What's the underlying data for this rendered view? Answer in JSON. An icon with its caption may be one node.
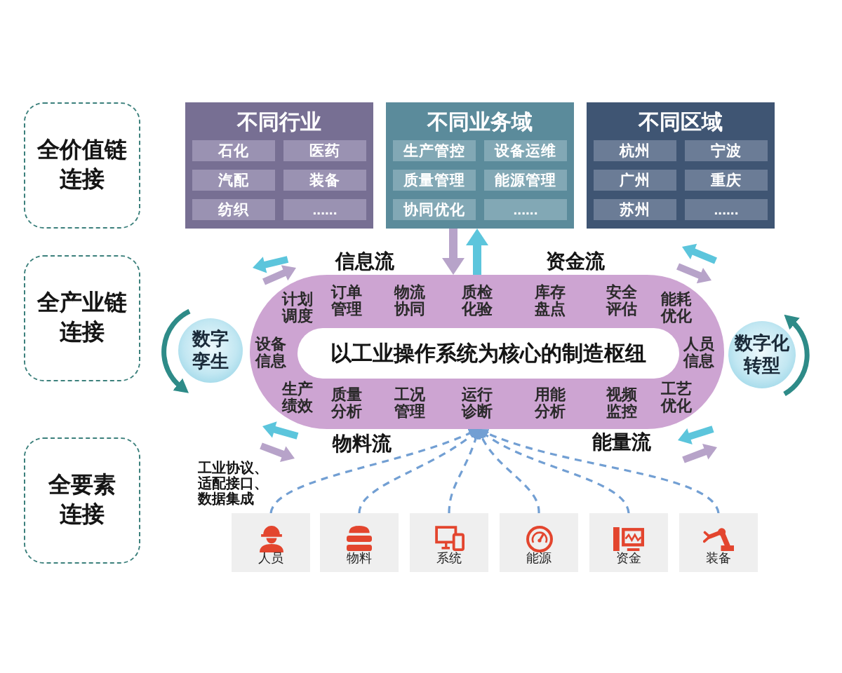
{
  "diagram": {
    "nodes": [
      {
        "text": [
          "全价值链连接"
        ]
      },
      {
        "text": [
          "不同行业"
        ]
      },
      {
        "text": [
          "石化"
        ],
        "in": 1
      },
      {
        "text": [
          "医药"
        ],
        "in": 1
      },
      {
        "text": [
          "汽配"
        ],
        "in": 1
      },
      {
        "text": [
          "装备"
        ],
        "in": 1
      },
      {
        "text": [
          "纺织"
        ],
        "in": 1
      },
      {
        "text": [
          "......"
        ],
        "in": 1
      },
      {
        "text": [
          "不同业务域"
        ]
      },
      {
        "text": [
          "生产管控"
        ],
        "in": 8
      },
      {
        "text": [
          "设备运维"
        ],
        "in": 8
      },
      {
        "text": [
          "质量管理"
        ],
        "in": 8
      },
      {
        "text": [
          "能源管理"
        ],
        "in": 8
      },
      {
        "text": [
          "协同优化"
        ],
        "in": 8
      },
      {
        "text": [
          "......"
        ],
        "in": 8
      },
      {
        "text": [
          "不同区域"
        ]
      },
      {
        "text": [
          "杭州"
        ],
        "in": 15
      },
      {
        "text": [
          "宁波"
        ],
        "in": 15
      },
      {
        "text": [
          "广州"
        ],
        "in": 15
      },
      {
        "text": [
          "重庆"
        ],
        "in": 15
      },
      {
        "text": [
          "苏州"
        ],
        "in": 15
      },
      {
        "text": [
          "......"
        ],
        "in": 15
      },
      {
        "text": [
          "全产业链连接"
        ]
      },
      {
        "text": [
          "数字孪生"
        ]
      },
      {
        "text": [
          "计划调度",
          "订单管理",
          "物流协同",
          "质检化验",
          "库存盘点",
          "安全评估",
          "能耗优化",
          "设备信息",
          "人员信息",
          "生产绩效",
          "质量分析",
          "工况管理",
          "运行诊断",
          "用能分析",
          "视频监控",
          "工艺优化"
        ]
      },
      {
        "text": [
          "以工业操作系统为核心的制造枢纽"
        ],
        "in": 24
      },
      {
        "text": [
          "数字化转型"
        ]
      },
      {
        "text": [
          "全要素连接"
        ]
      },
      {
        "text": [
          "人员"
        ]
      },
      {
        "text": [
          "物料"
        ]
      },
      {
        "text": [
          "系统"
        ]
      },
      {
        "text": [
          "能源"
        ]
      },
      {
        "text": [
          "资金"
        ]
      },
      {
        "text": [
          "装备"
        ]
      }
    ],
    "edges": [
      {
        "from": 8,
        "to": 24,
        "arrow": "to",
        "style": "thick",
        "color": "#b7a3c9"
      },
      {
        "from": 24,
        "to": 8,
        "arrow": "to",
        "style": "thick",
        "color": "#5cc5dc"
      },
      {
        "from": 28,
        "to": 24,
        "arrow": "to",
        "style": "dashed"
      },
      {
        "from": 29,
        "to": 24,
        "arrow": "to",
        "style": "dashed"
      },
      {
        "from": 30,
        "to": 24,
        "arrow": "to",
        "style": "dashed"
      },
      {
        "from": 31,
        "to": 24,
        "arrow": "to",
        "style": "dashed"
      },
      {
        "from": 32,
        "to": 24,
        "arrow": "to",
        "style": "dashed"
      },
      {
        "from": 33,
        "to": 24,
        "arrow": "to",
        "style": "dashed"
      }
    ],
    "labels": [
      "信息流",
      "资金流",
      "物料流",
      "能量流",
      "工业协议、适配接口、数据集成"
    ]
  }
}
